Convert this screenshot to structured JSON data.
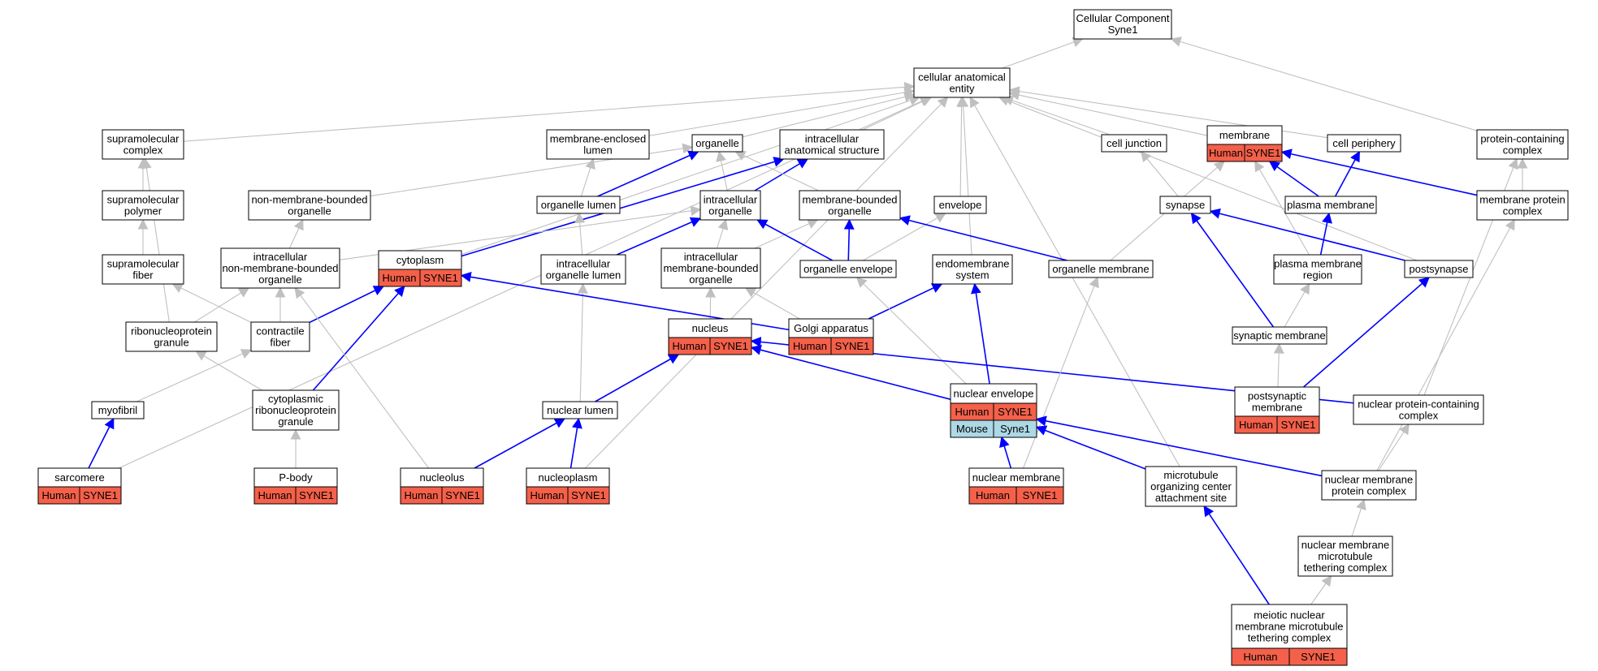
{
  "title_lines": [
    "Cellular Component",
    "Syne1"
  ],
  "colors": {
    "human": "#f4604a",
    "mouse": "#add8e6",
    "direct_edge": "#0000ff",
    "inherited_edge": "#c0c0c0"
  },
  "nodes": {
    "root": {
      "lines": [
        "cellular anatomical",
        "entity"
      ]
    },
    "supramol_complex": {
      "lines": [
        "supramolecular",
        "complex"
      ]
    },
    "mem_encl_lumen": {
      "lines": [
        "membrane-enclosed",
        "lumen"
      ]
    },
    "organelle": {
      "lines": [
        "organelle"
      ]
    },
    "ias": {
      "lines": [
        "intracellular",
        "anatomical structure"
      ]
    },
    "cell_junction": {
      "lines": [
        "cell junction"
      ]
    },
    "membrane": {
      "lines": [
        "membrane"
      ],
      "rows": [
        [
          "Human",
          "SYNE1"
        ]
      ]
    },
    "cell_periphery": {
      "lines": [
        "cell periphery"
      ]
    },
    "protein_complex": {
      "lines": [
        "protein-containing",
        "complex"
      ]
    },
    "supramol_polymer": {
      "lines": [
        "supramolecular",
        "polymer"
      ]
    },
    "nmbo": {
      "lines": [
        "non-membrane-bounded",
        "organelle"
      ]
    },
    "organelle_lumen": {
      "lines": [
        "organelle lumen"
      ]
    },
    "intra_organelle": {
      "lines": [
        "intracellular",
        "organelle"
      ]
    },
    "mbo": {
      "lines": [
        "membrane-bounded",
        "organelle"
      ]
    },
    "envelope": {
      "lines": [
        "envelope"
      ]
    },
    "synapse": {
      "lines": [
        "synapse"
      ]
    },
    "plasma_membrane": {
      "lines": [
        "plasma membrane"
      ]
    },
    "membrane_protein_complex": {
      "lines": [
        "membrane protein",
        "complex"
      ]
    },
    "supramol_fiber": {
      "lines": [
        "supramolecular",
        "fiber"
      ]
    },
    "intra_nmbo": {
      "lines": [
        "intracellular",
        "non-membrane-bounded",
        "organelle"
      ]
    },
    "cytoplasm": {
      "lines": [
        "cytoplasm"
      ],
      "rows": [
        [
          "Human",
          "SYNE1"
        ]
      ]
    },
    "intra_org_lumen": {
      "lines": [
        "intracellular",
        "organelle lumen"
      ]
    },
    "intra_mbo": {
      "lines": [
        "intracellular",
        "membrane-bounded",
        "organelle"
      ]
    },
    "organelle_envelope": {
      "lines": [
        "organelle envelope"
      ]
    },
    "endomembrane": {
      "lines": [
        "endomembrane",
        "system"
      ]
    },
    "organelle_membrane": {
      "lines": [
        "organelle membrane"
      ]
    },
    "pm_region": {
      "lines": [
        "plasma membrane",
        "region"
      ]
    },
    "postsynapse": {
      "lines": [
        "postsynapse"
      ]
    },
    "rnp_granule": {
      "lines": [
        "ribonucleoprotein",
        "granule"
      ]
    },
    "contractile_fiber": {
      "lines": [
        "contractile",
        "fiber"
      ]
    },
    "nucleus": {
      "lines": [
        "nucleus"
      ],
      "rows": [
        [
          "Human",
          "SYNE1"
        ]
      ]
    },
    "golgi": {
      "lines": [
        "Golgi apparatus"
      ],
      "rows": [
        [
          "Human",
          "SYNE1"
        ]
      ]
    },
    "synaptic_membrane": {
      "lines": [
        "synaptic membrane"
      ]
    },
    "myofibril": {
      "lines": [
        "myofibril"
      ]
    },
    "cyto_rnp_granule": {
      "lines": [
        "cytoplasmic",
        "ribonucleoprotein",
        "granule"
      ]
    },
    "nuclear_lumen": {
      "lines": [
        "nuclear lumen"
      ]
    },
    "nuclear_envelope": {
      "lines": [
        "nuclear envelope"
      ],
      "rows": [
        [
          "Human",
          "SYNE1"
        ],
        [
          "Mouse",
          "Syne1"
        ]
      ]
    },
    "postsyn_membrane": {
      "lines": [
        "postsynaptic",
        "membrane"
      ],
      "rows": [
        [
          "Human",
          "SYNE1"
        ]
      ]
    },
    "nuclear_pc": {
      "lines": [
        "nuclear protein-containing",
        "complex"
      ]
    },
    "sarcomere": {
      "lines": [
        "sarcomere"
      ],
      "rows": [
        [
          "Human",
          "SYNE1"
        ]
      ]
    },
    "p_body": {
      "lines": [
        "P-body"
      ],
      "rows": [
        [
          "Human",
          "SYNE1"
        ]
      ]
    },
    "nucleolus": {
      "lines": [
        "nucleolus"
      ],
      "rows": [
        [
          "Human",
          "SYNE1"
        ]
      ]
    },
    "nucleoplasm": {
      "lines": [
        "nucleoplasm"
      ],
      "rows": [
        [
          "Human",
          "SYNE1"
        ]
      ]
    },
    "nuclear_membrane": {
      "lines": [
        "nuclear membrane"
      ],
      "rows": [
        [
          "Human",
          "SYNE1"
        ]
      ]
    },
    "mtoc_site": {
      "lines": [
        "microtubule",
        "organizing center",
        "attachment site"
      ]
    },
    "nm_protein_complex": {
      "lines": [
        "nuclear membrane",
        "protein complex"
      ]
    },
    "nm_mt_tethering": {
      "lines": [
        "nuclear membrane",
        "microtubule",
        "tethering complex"
      ]
    },
    "meiotic_tethering": {
      "lines": [
        "meiotic nuclear",
        "membrane microtubule",
        "tethering complex"
      ],
      "rows": [
        [
          "Human",
          "SYNE1"
        ]
      ]
    }
  },
  "edges": [
    {
      "from": "root",
      "to": "title",
      "kind": "inherited"
    },
    {
      "from": "protein_complex",
      "to": "title",
      "kind": "inherited"
    },
    {
      "from": "supramol_complex",
      "to": "root",
      "kind": "inherited"
    },
    {
      "from": "mem_encl_lumen",
      "to": "root",
      "kind": "inherited"
    },
    {
      "from": "organelle",
      "to": "root",
      "kind": "inherited"
    },
    {
      "from": "ias",
      "to": "root",
      "kind": "inherited"
    },
    {
      "from": "cell_junction",
      "to": "root",
      "kind": "inherited"
    },
    {
      "from": "membrane",
      "to": "root",
      "kind": "inherited"
    },
    {
      "from": "cell_periphery",
      "to": "root",
      "kind": "inherited"
    },
    {
      "from": "envelope",
      "to": "root",
      "kind": "inherited"
    },
    {
      "from": "cytoplasm",
      "to": "root",
      "kind": "inherited"
    },
    {
      "from": "sarcomere",
      "to": "root",
      "kind": "inherited"
    },
    {
      "from": "nucleoplasm",
      "to": "root",
      "kind": "inherited"
    },
    {
      "from": "endomembrane",
      "to": "root",
      "kind": "inherited"
    },
    {
      "from": "mtoc_site",
      "to": "root",
      "kind": "inherited"
    },
    {
      "from": "postsynapse",
      "to": "root",
      "kind": "inherited"
    },
    {
      "from": "supramol_polymer",
      "to": "supramol_complex",
      "kind": "inherited"
    },
    {
      "from": "supramol_fiber",
      "to": "supramol_polymer",
      "kind": "inherited"
    },
    {
      "from": "rnp_granule",
      "to": "supramol_complex",
      "kind": "inherited"
    },
    {
      "from": "nmbo",
      "to": "organelle",
      "kind": "inherited"
    },
    {
      "from": "organelle_lumen",
      "to": "organelle",
      "kind": "direct"
    },
    {
      "from": "organelle_lumen",
      "to": "mem_encl_lumen",
      "kind": "inherited"
    },
    {
      "from": "intra_organelle",
      "to": "organelle",
      "kind": "inherited"
    },
    {
      "from": "intra_organelle",
      "to": "ias",
      "kind": "direct"
    },
    {
      "from": "mbo",
      "to": "organelle",
      "kind": "inherited"
    },
    {
      "from": "cytoplasm",
      "to": "ias",
      "kind": "direct"
    },
    {
      "from": "synapse",
      "to": "cell_junction",
      "kind": "inherited"
    },
    {
      "from": "plasma_membrane",
      "to": "cell_periphery",
      "kind": "direct"
    },
    {
      "from": "plasma_membrane",
      "to": "membrane",
      "kind": "direct"
    },
    {
      "from": "membrane_protein_complex",
      "to": "membrane",
      "kind": "direct"
    },
    {
      "from": "membrane_protein_complex",
      "to": "protein_complex",
      "kind": "inherited"
    },
    {
      "from": "organelle_membrane",
      "to": "membrane",
      "kind": "inherited"
    },
    {
      "from": "pm_region",
      "to": "membrane",
      "kind": "inherited"
    },
    {
      "from": "pm_region",
      "to": "plasma_membrane",
      "kind": "direct"
    },
    {
      "from": "intra_nmbo",
      "to": "nmbo",
      "kind": "inherited"
    },
    {
      "from": "intra_nmbo",
      "to": "intra_organelle",
      "kind": "inherited"
    },
    {
      "from": "intra_org_lumen",
      "to": "intra_organelle",
      "kind": "direct"
    },
    {
      "from": "intra_org_lumen",
      "to": "organelle_lumen",
      "kind": "inherited"
    },
    {
      "from": "intra_mbo",
      "to": "intra_organelle",
      "kind": "inherited"
    },
    {
      "from": "intra_mbo",
      "to": "mbo",
      "kind": "inherited"
    },
    {
      "from": "organelle_envelope",
      "to": "intra_organelle",
      "kind": "direct"
    },
    {
      "from": "organelle_envelope",
      "to": "mbo",
      "kind": "direct"
    },
    {
      "from": "organelle_envelope",
      "to": "envelope",
      "kind": "inherited"
    },
    {
      "from": "organelle_membrane",
      "to": "mbo",
      "kind": "direct"
    },
    {
      "from": "postsynapse",
      "to": "synapse",
      "kind": "direct"
    },
    {
      "from": "synaptic_membrane",
      "to": "synapse",
      "kind": "direct"
    },
    {
      "from": "synaptic_membrane",
      "to": "pm_region",
      "kind": "inherited"
    },
    {
      "from": "postsyn_membrane",
      "to": "synaptic_membrane",
      "kind": "inherited"
    },
    {
      "from": "postsyn_membrane",
      "to": "postsynapse",
      "kind": "direct"
    },
    {
      "from": "contractile_fiber",
      "to": "supramol_fiber",
      "kind": "inherited"
    },
    {
      "from": "contractile_fiber",
      "to": "intra_nmbo",
      "kind": "inherited"
    },
    {
      "from": "contractile_fiber",
      "to": "cytoplasm",
      "kind": "direct"
    },
    {
      "from": "rnp_granule",
      "to": "intra_nmbo",
      "kind": "inherited"
    },
    {
      "from": "myofibril",
      "to": "contractile_fiber",
      "kind": "inherited"
    },
    {
      "from": "sarcomere",
      "to": "myofibril",
      "kind": "direct"
    },
    {
      "from": "cyto_rnp_granule",
      "to": "rnp_granule",
      "kind": "inherited"
    },
    {
      "from": "cyto_rnp_granule",
      "to": "cytoplasm",
      "kind": "direct"
    },
    {
      "from": "p_body",
      "to": "cyto_rnp_granule",
      "kind": "inherited"
    },
    {
      "from": "nucleolus",
      "to": "intra_nmbo",
      "kind": "inherited"
    },
    {
      "from": "nucleolus",
      "to": "nuclear_lumen",
      "kind": "direct"
    },
    {
      "from": "nucleoplasm",
      "to": "nuclear_lumen",
      "kind": "direct"
    },
    {
      "from": "nuclear_lumen",
      "to": "intra_org_lumen",
      "kind": "inherited"
    },
    {
      "from": "nuclear_lumen",
      "to": "nucleus",
      "kind": "direct"
    },
    {
      "from": "nucleus",
      "to": "intra_mbo",
      "kind": "inherited"
    },
    {
      "from": "golgi",
      "to": "intra_mbo",
      "kind": "inherited"
    },
    {
      "from": "golgi",
      "to": "cytoplasm",
      "kind": "direct"
    },
    {
      "from": "golgi",
      "to": "endomembrane",
      "kind": "direct"
    },
    {
      "from": "nuclear_envelope",
      "to": "nucleus",
      "kind": "direct"
    },
    {
      "from": "nuclear_envelope",
      "to": "endomembrane",
      "kind": "direct"
    },
    {
      "from": "nuclear_envelope",
      "to": "organelle_envelope",
      "kind": "inherited"
    },
    {
      "from": "nuclear_pc",
      "to": "nucleus",
      "kind": "direct"
    },
    {
      "from": "nuclear_pc",
      "to": "protein_complex",
      "kind": "inherited"
    },
    {
      "from": "nuclear_membrane",
      "to": "nuclear_envelope",
      "kind": "direct"
    },
    {
      "from": "nuclear_membrane",
      "to": "organelle_membrane",
      "kind": "inherited"
    },
    {
      "from": "mtoc_site",
      "to": "nuclear_envelope",
      "kind": "direct"
    },
    {
      "from": "nm_protein_complex",
      "to": "nuclear_envelope",
      "kind": "direct"
    },
    {
      "from": "nm_protein_complex",
      "to": "nuclear_pc",
      "kind": "inherited"
    },
    {
      "from": "nm_protein_complex",
      "to": "membrane_protein_complex",
      "kind": "inherited"
    },
    {
      "from": "nm_mt_tethering",
      "to": "nm_protein_complex",
      "kind": "inherited"
    },
    {
      "from": "meiotic_tethering",
      "to": "nm_mt_tethering",
      "kind": "inherited"
    },
    {
      "from": "meiotic_tethering",
      "to": "mtoc_site",
      "kind": "direct"
    }
  ]
}
